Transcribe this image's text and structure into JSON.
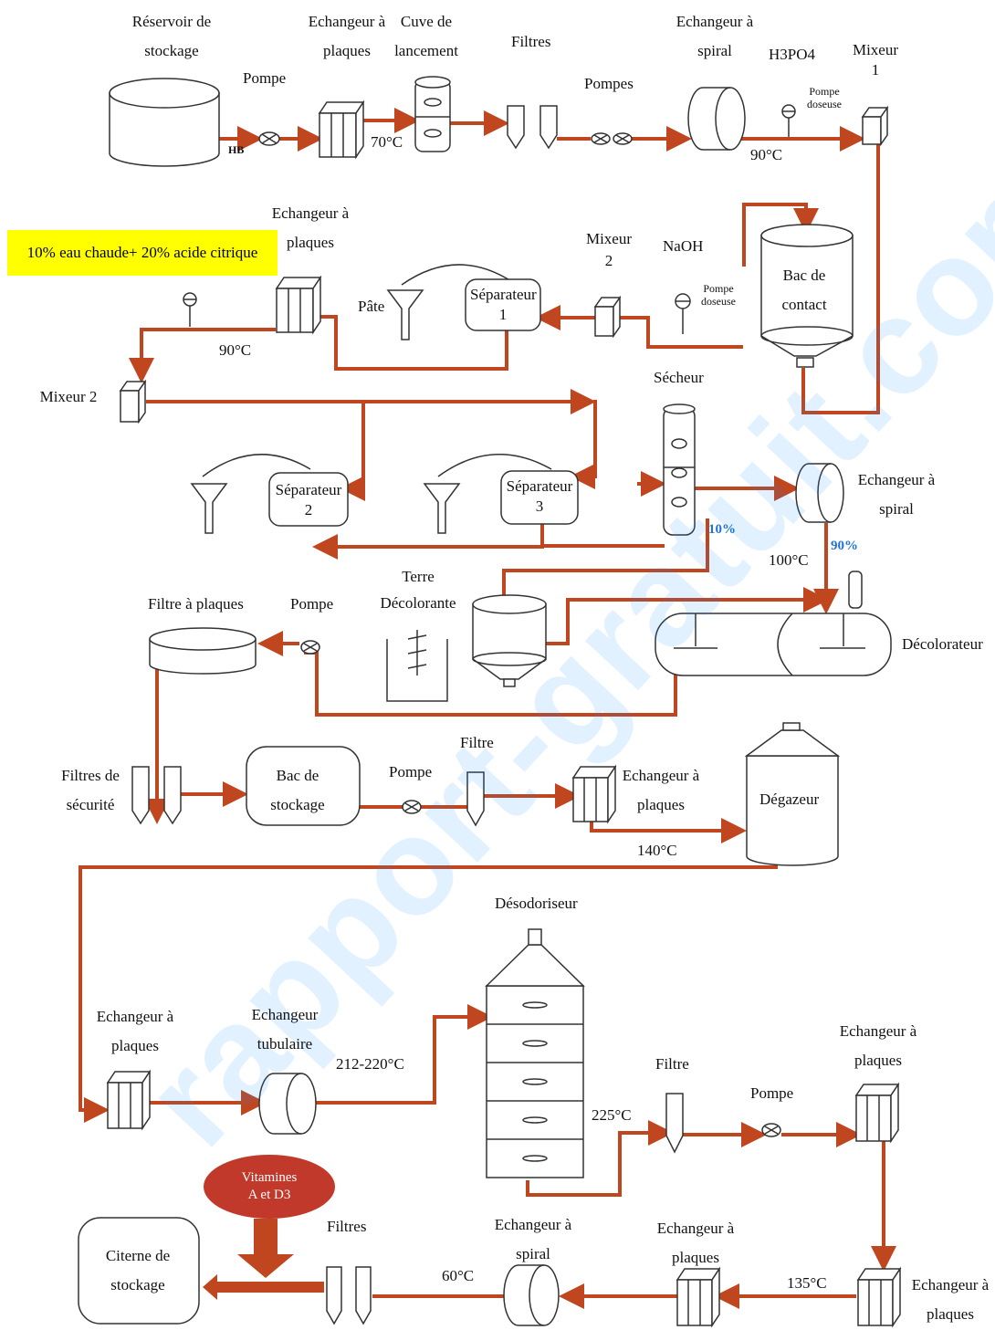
{
  "watermark": "rapport-gratuit.com",
  "note": "10% eau  chaude+ 20% acide citrique",
  "colors": {
    "pipe": "#c0461f",
    "note_bg": "#ffff00",
    "accent_pct": "#1e73d6",
    "vitamin_bg": "#c0392b"
  },
  "row1": {
    "reservoir": "Réservoir de stockage",
    "hb": "HB",
    "pompe": "Pompe",
    "echangeur": "Echangeur à plaques",
    "temp_70": "70°C",
    "cuve": "Cuve de lancement",
    "filtres": "Filtres",
    "pompes": "Pompes",
    "echangeur_spiral": "Echangeur à spiral",
    "h3po4": "H3PO4",
    "pompe_doseuse": "Pompe doseuse",
    "temp_90": "90°C",
    "mixeur1": "Mixeur 1"
  },
  "row2": {
    "echangeur": "Echangeur à plaques",
    "temp_90": "90°C",
    "pate": "Pâte",
    "separateur1": "Séparateur 1",
    "mixeur2": "Mixeur 2",
    "naoh": "NaOH",
    "pompe_doseuse": "Pompe doseuse",
    "bac_contact": "Bac de contact"
  },
  "row3": {
    "mixeur2": "Mixeur 2",
    "separateur2": "Séparateur 2",
    "separateur3": "Séparateur 3",
    "secheur": "Sécheur",
    "pct10": "10%",
    "pct90": "90%",
    "echangeur_spiral": "Echangeur à spiral",
    "temp_100": "100°C"
  },
  "row4": {
    "filtre_plaques": "Filtre à plaques",
    "pompe": "Pompe",
    "terre": "Terre Décolorante",
    "decolorateur": "Décolorateur"
  },
  "row5": {
    "filtres_securite": "Filtres de sécurité",
    "bac_stockage": "Bac de stockage",
    "pompe": "Pompe",
    "filtre": "Filtre",
    "echangeur": "Echangeur à plaques",
    "temp_140": "140°C",
    "degazeur": "Dégazeur"
  },
  "row6": {
    "desodoriseur": "Désodoriseur",
    "echangeur_plaques": "Echangeur à plaques",
    "echangeur_tubulaire": "Echangeur tubulaire",
    "temp_212": "212-220°C",
    "temp_225": "225°C",
    "filtre": "Filtre",
    "pompe": "Pompe",
    "echangeur_right": "Echangeur à plaques"
  },
  "row7": {
    "vitamines": "Vitamines A et D3",
    "citerne": "Citerne de stockage",
    "filtres": "Filtres",
    "temp_60": "60°C",
    "echangeur_spiral": "Echangeur à spiral",
    "echangeur_plaques": "Echangeur à plaques",
    "temp_135": "135°C",
    "echangeur_right": "Echangeur à plaques"
  }
}
